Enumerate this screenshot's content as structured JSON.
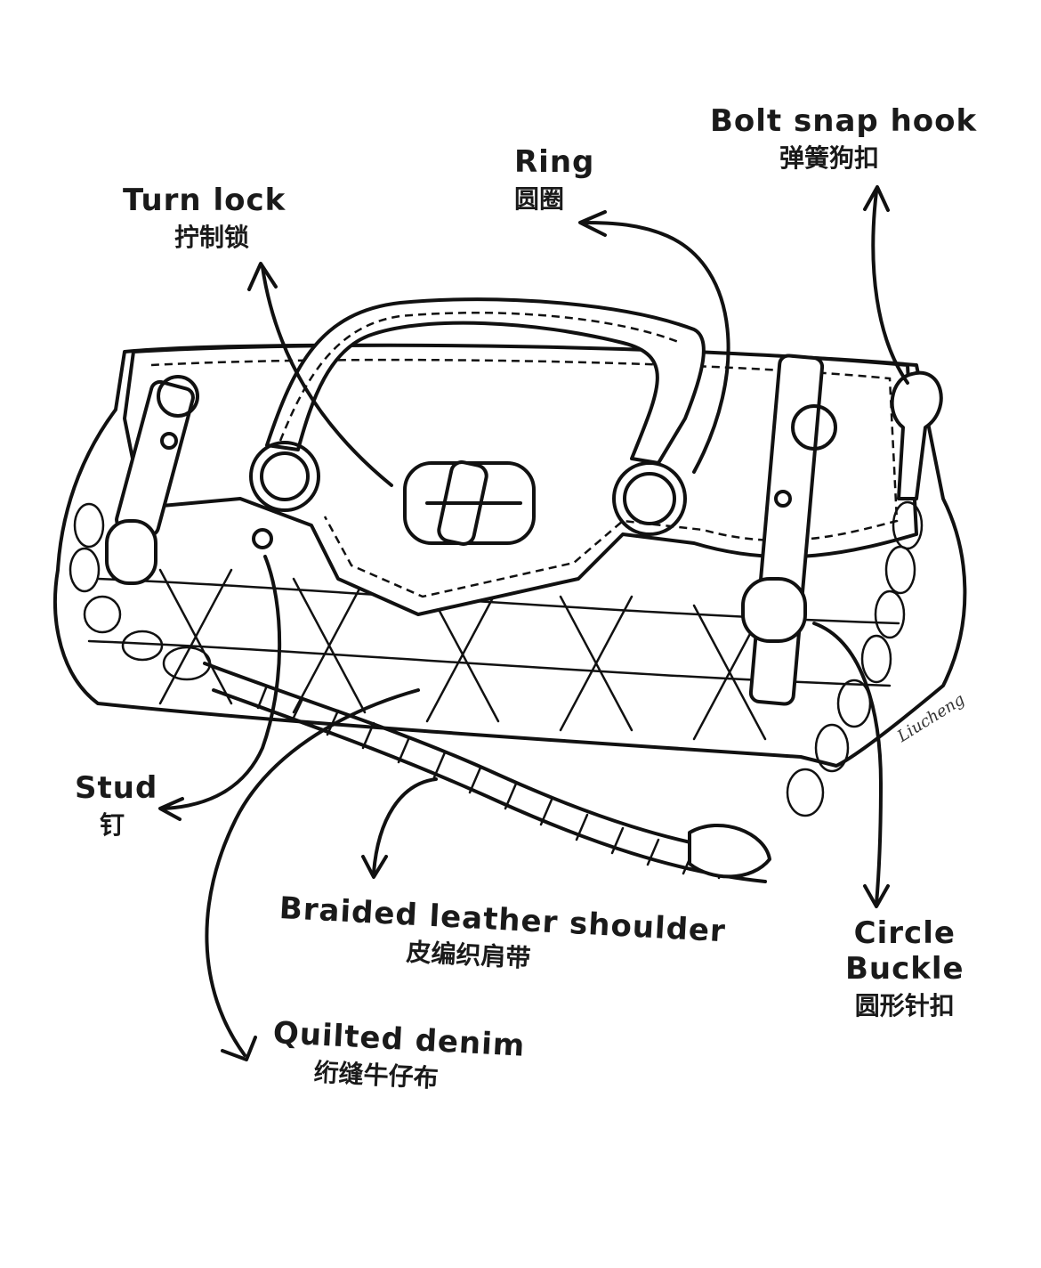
{
  "labels": {
    "turn_lock": {
      "en": "Turn lock",
      "zh": "拧制锁"
    },
    "ring": {
      "en": "Ring",
      "zh": "圆圈"
    },
    "bolt_snap_hook": {
      "en": "Bolt snap hook",
      "zh": "弹簧狗扣"
    },
    "stud": {
      "en": "Stud",
      "zh": "钉"
    },
    "braided_strap": {
      "en": "Braided leather shoulder",
      "zh": "皮编织肩带"
    },
    "circle_buckle": {
      "en1": "Circle",
      "en2": "Buckle",
      "zh": "圆形针扣"
    },
    "quilted_denim": {
      "en": "Quilted denim",
      "zh": "绗缝牛仔布"
    }
  },
  "signature": "Liucheng",
  "colors": {
    "ink": "#111111",
    "background": "#ffffff"
  }
}
